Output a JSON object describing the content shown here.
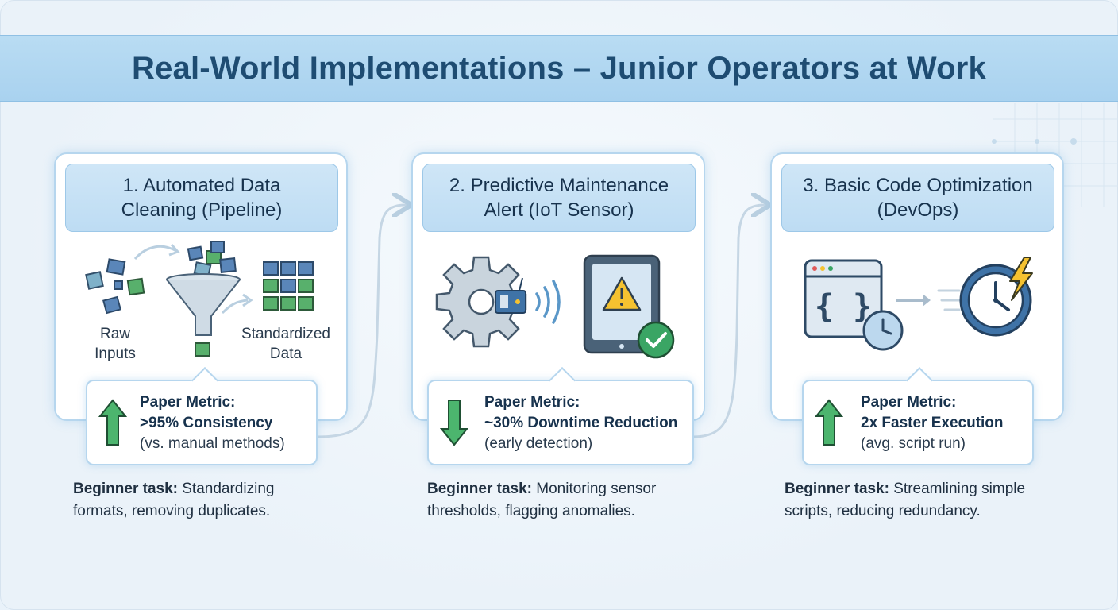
{
  "title": "Real-World Implementations – Junior Operators at Work",
  "cards": [
    {
      "title": "1. Automated Data\nCleaning (Pipeline)",
      "labels": [
        "Raw\nInputs",
        "Standardized\nData"
      ],
      "metric_label": "Paper Metric:",
      "metric_value": ">95% Consistency",
      "metric_note": "(vs. manual methods)",
      "metric_direction": "up",
      "task_label": "Beginner task:",
      "task_text": " Standardizing formats, removing duplicates."
    },
    {
      "title": "2. Predictive Maintenance\nAlert (IoT Sensor)",
      "metric_label": "Paper Metric:",
      "metric_value": "~30% Downtime Reduction",
      "metric_note": "(early detection)",
      "metric_direction": "down",
      "task_label": "Beginner task:",
      "task_text": " Monitoring sensor thresholds, flagging anomalies."
    },
    {
      "title": "3. Basic Code Optimization\n(DevOps)",
      "metric_label": "Paper Metric:",
      "metric_value": "2x Faster Execution",
      "metric_note": "(avg. script run)",
      "metric_direction": "up",
      "task_label": "Beginner task:",
      "task_text": " Streamlining simple scripts, reducing redundancy."
    }
  ],
  "colors": {
    "accent_green": "#3aa564",
    "banner": "#b1d7f1",
    "title_text": "#1e4c72",
    "warning": "#f5c230"
  }
}
